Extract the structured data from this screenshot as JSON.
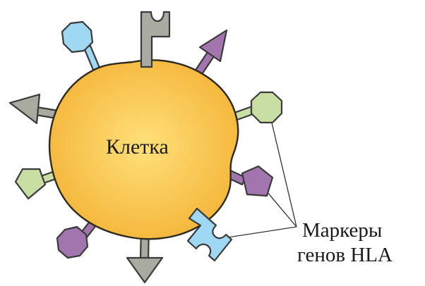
{
  "cell": {
    "label": "Клетка",
    "fill_outer": "#f4b63a",
    "fill_inner": "#ffe07a"
  },
  "annotation": {
    "line1": "Маркеры",
    "line2": "генов HLA"
  },
  "marker_colors": {
    "blue": "#9ed8f3",
    "gray": "#a9aaa0",
    "purple": "#a375ae",
    "green": "#c8dea2"
  },
  "markers": [
    {
      "name": "blue-octagon-marker-top-left",
      "shape": "octagon",
      "color": "blue"
    },
    {
      "name": "gray-notched-marker-top",
      "shape": "notched-bar",
      "color": "gray"
    },
    {
      "name": "purple-arrow-marker-top-right",
      "shape": "arrow",
      "color": "purple"
    },
    {
      "name": "gray-arrow-marker-left",
      "shape": "arrow",
      "color": "gray"
    },
    {
      "name": "green-octagon-marker-right",
      "shape": "octagon",
      "color": "green"
    },
    {
      "name": "green-pentagon-marker-left",
      "shape": "pentagon",
      "color": "green"
    },
    {
      "name": "purple-pentagon-marker-right",
      "shape": "pentagon",
      "color": "purple"
    },
    {
      "name": "purple-octagon-marker-bottom-left",
      "shape": "octagon",
      "color": "purple"
    },
    {
      "name": "gray-arrow-marker-bottom",
      "shape": "arrow",
      "color": "gray"
    },
    {
      "name": "blue-notched-marker-bottom-right",
      "shape": "notched-bar",
      "color": "blue"
    }
  ]
}
